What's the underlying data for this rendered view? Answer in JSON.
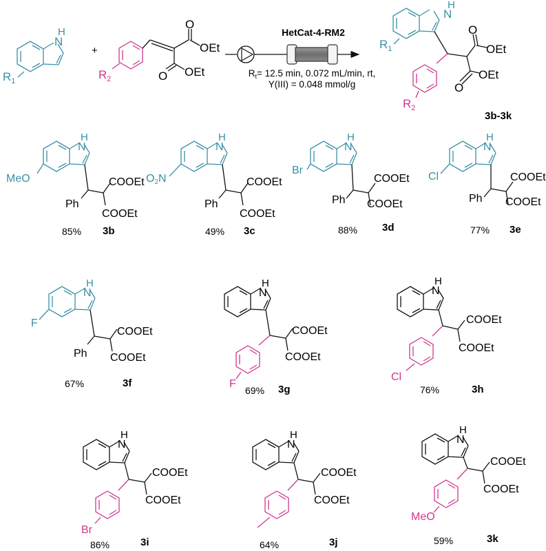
{
  "colors": {
    "indole_accent": "#3a8fa6",
    "aryl_accent": "#d0358f",
    "ink": "#111111"
  },
  "reaction": {
    "reactant1": {
      "substituent": "R",
      "substituent_sub": "1",
      "nh": "H",
      "n": "N"
    },
    "plus": "+",
    "reactant2": {
      "substituent": "R",
      "substituent_sub": "2",
      "ester_top": "OEt",
      "ester_bottom": "OEt",
      "o_top": "O",
      "o_bottom": "O"
    },
    "catalyst": "HetCat-4-RM2",
    "conditions_line1_prefix": "R",
    "conditions_line1_sub": "t",
    "conditions_line1_rest": "= 12.5 min, 0.072 mL/min, rt,",
    "conditions_line2": "Y(III) = 0.048 mmol/g",
    "product": {
      "r1": "R",
      "r1_sub": "1",
      "r2": "R",
      "r2_sub": "2",
      "ester_top": "OEt",
      "ester_bottom": "OEt",
      "o_top": "O",
      "o_bottom": "O",
      "nh": "H",
      "n": "N",
      "label": "3b-3k"
    }
  },
  "compounds": [
    {
      "id": "3b",
      "label": "3b",
      "yield": "85%",
      "r1": "MeO",
      "r2": "",
      "aryl": "Ph"
    },
    {
      "id": "3c",
      "label": "3c",
      "yield": "49%",
      "r1": "O2N",
      "r2": "",
      "aryl": "Ph"
    },
    {
      "id": "3d",
      "label": "3d",
      "yield": "88%",
      "r1": "Br",
      "r2": "",
      "aryl": "Ph"
    },
    {
      "id": "3e",
      "label": "3e",
      "yield": "77%",
      "r1": "Cl",
      "r2": "",
      "aryl": "Ph"
    },
    {
      "id": "3f",
      "label": "3f",
      "yield": "67%",
      "r1": "F",
      "r2": "",
      "aryl": "Ph"
    },
    {
      "id": "3g",
      "label": "3g",
      "yield": "69%",
      "r1": "",
      "r2": "F"
    },
    {
      "id": "3h",
      "label": "3h",
      "yield": "76%",
      "r1": "",
      "r2": "Cl"
    },
    {
      "id": "3i",
      "label": "3i",
      "yield": "86%",
      "r1": "",
      "r2": "Br"
    },
    {
      "id": "3j",
      "label": "3j",
      "yield": "64%",
      "r1": "",
      "r2": "Me"
    },
    {
      "id": "3k",
      "label": "3k",
      "yield": "59%",
      "r1": "",
      "r2": "MeO"
    }
  ],
  "common": {
    "ester": "COOEt",
    "nh_h": "H",
    "nh_n": "N",
    "ph": "Ph",
    "o2n_o": "O",
    "o2n_2": "2",
    "o2n_n": "N"
  }
}
